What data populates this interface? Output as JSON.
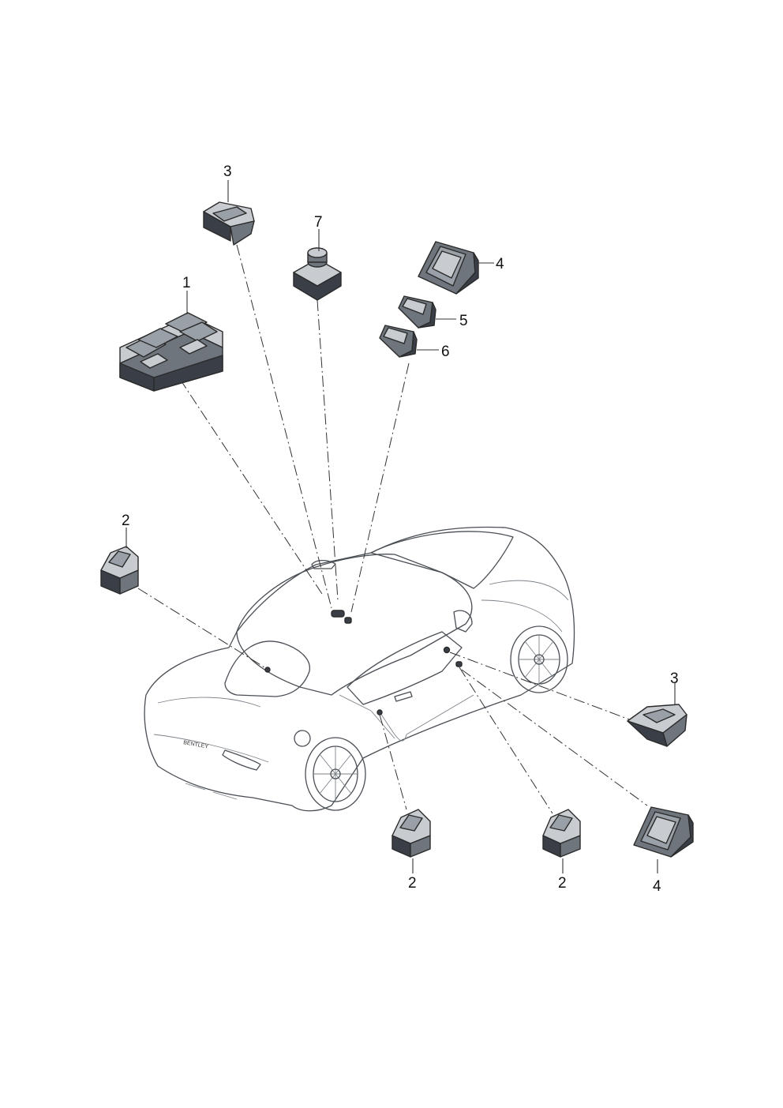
{
  "diagram": {
    "callouts": {
      "c1": "1",
      "c2_left": "2",
      "c2_bottom_mid": "2",
      "c2_bottom_right": "2",
      "c3_top": "3",
      "c3_right": "3",
      "c4_top": "4",
      "c4_bottom": "4",
      "c5": "5",
      "c6": "6",
      "c7": "7"
    },
    "car_badge": "BENTLEY"
  }
}
